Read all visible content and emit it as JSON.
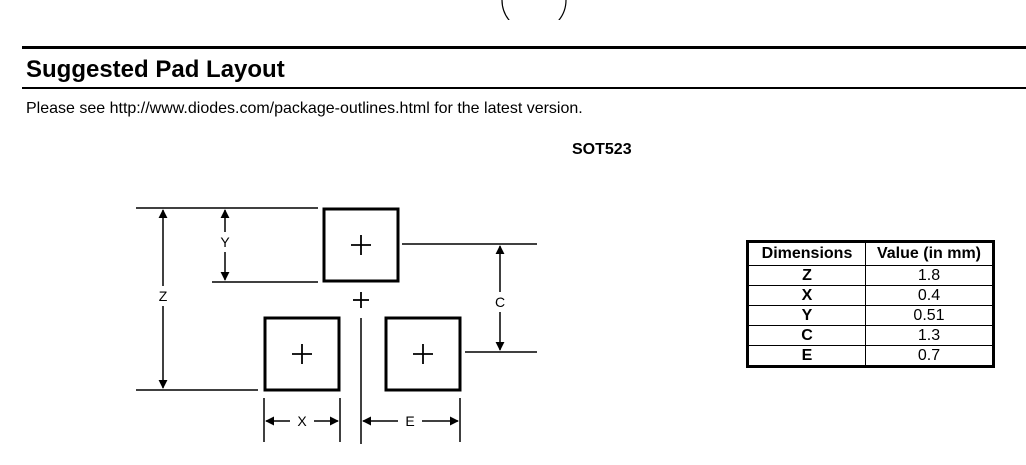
{
  "section": {
    "title": "Suggested Pad Layout",
    "note": "Please see http://www.diodes.com/package-outlines.html for the latest version."
  },
  "package": {
    "name": "SOT523"
  },
  "diagram": {
    "labels": {
      "z": "Z",
      "y": "Y",
      "c": "C",
      "x": "X",
      "e": "E"
    }
  },
  "dimensions_table": {
    "headers": [
      "Dimensions",
      "Value (in mm)"
    ],
    "rows": [
      {
        "dimension": "Z",
        "value": "1.8"
      },
      {
        "dimension": "X",
        "value": "0.4"
      },
      {
        "dimension": "Y",
        "value": "0.51"
      },
      {
        "dimension": "C",
        "value": "1.3"
      },
      {
        "dimension": "E",
        "value": "0.7"
      }
    ]
  }
}
